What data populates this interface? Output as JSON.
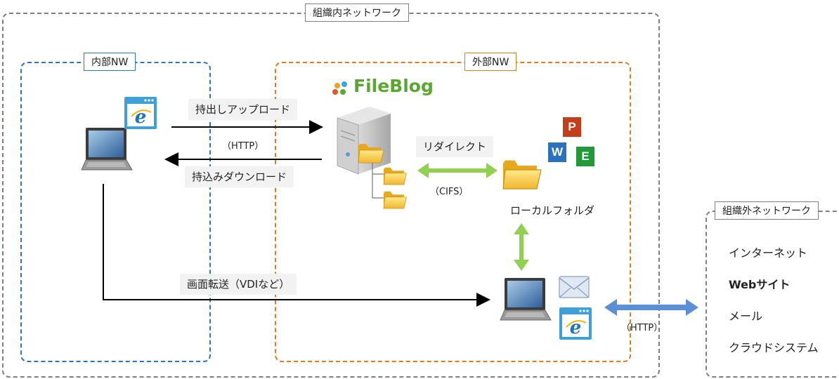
{
  "groups": {
    "organization": "組織内ネットワーク",
    "internal": "内部NW",
    "external": "外部NW",
    "outside": "組織外ネットワーク"
  },
  "logo": {
    "text": "FileBlog"
  },
  "labels": {
    "upload": "持出しアップロード",
    "http_left": "（HTTP）",
    "download": "持込みダウンロード",
    "redirect": "リダイレクト",
    "cifs": "（CIFS）",
    "local_folder": "ローカルフォルダ",
    "screen_transfer": "画面転送（VDIなど）",
    "http_right": "（HTTP）"
  },
  "outside_items": [
    "インターネット",
    "Webサイト",
    "メール",
    "クラウドシステム"
  ],
  "office_icons": {
    "powerpoint": "P",
    "word": "W",
    "excel": "E"
  },
  "colors": {
    "org_border": "#7f7f7f",
    "internal_border": "#2e75b6",
    "external_border": "#e07b1f",
    "green_arrow": "#92d050",
    "blue_arrow": "#5b8fd6",
    "logo_green": "#5aa832"
  }
}
